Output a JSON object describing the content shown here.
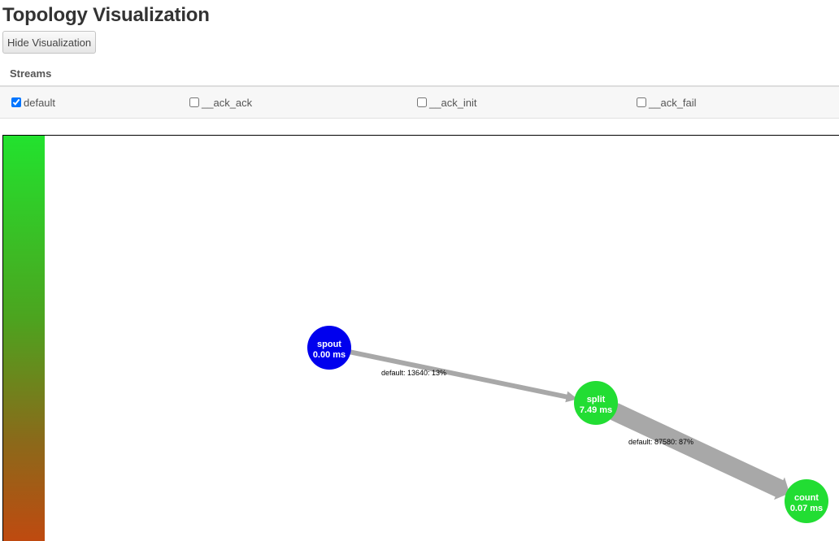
{
  "page": {
    "title": "Topology Visualization",
    "hide_button_label": "Hide Visualization"
  },
  "streams": {
    "header": "Streams",
    "items": [
      {
        "label": "default",
        "checked": true
      },
      {
        "label": "__ack_ack",
        "checked": false
      },
      {
        "label": "__ack_init",
        "checked": false
      },
      {
        "label": "__ack_fail",
        "checked": false
      }
    ]
  },
  "graph": {
    "colors": {
      "spout": "#0000ee",
      "bolt": "#22dd33",
      "edge": "#a8a8a8"
    },
    "nodes": [
      {
        "id": "spout",
        "name": "spout",
        "latency": "0.00 ms",
        "kind": "spout"
      },
      {
        "id": "split",
        "name": "split",
        "latency": "7.49 ms",
        "kind": "bolt"
      },
      {
        "id": "count",
        "name": "count",
        "latency": "0.07 ms",
        "kind": "bolt"
      }
    ],
    "edges": [
      {
        "from": "spout",
        "to": "split",
        "label": "default: 13640: 13%",
        "share": 13
      },
      {
        "from": "split",
        "to": "count",
        "label": "default: 87580: 87%",
        "share": 87
      }
    ]
  }
}
